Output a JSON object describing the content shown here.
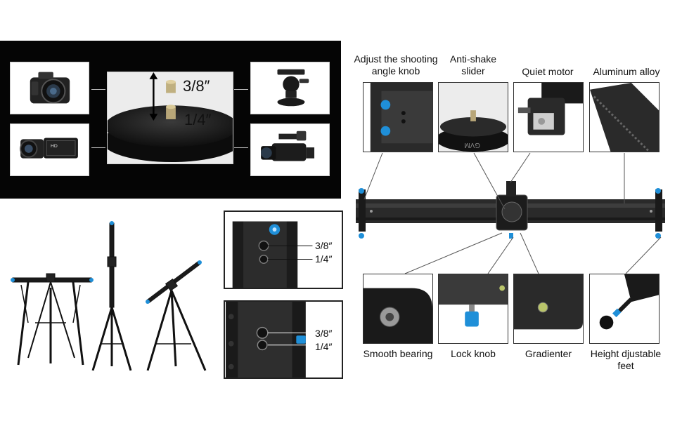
{
  "mount_panel": {
    "thread_large": "3/8″",
    "thread_small": "1/4″"
  },
  "side_closeups": {
    "top_labels": [
      "3/8″",
      "1/4″"
    ],
    "bottom_labels": [
      "3/8″",
      "1/4″"
    ]
  },
  "features": {
    "top": [
      {
        "label": "Adjust the shooting\nangle knob"
      },
      {
        "label": "Anti-shake\nslider"
      },
      {
        "label": "Quiet motor"
      },
      {
        "label": "Aluminum alloy"
      }
    ],
    "bottom": [
      {
        "label": "Smooth bearing"
      },
      {
        "label": "Lock knob"
      },
      {
        "label": "Gradienter"
      },
      {
        "label": "Height  djustable\nfeet"
      }
    ]
  },
  "colors": {
    "accent_blue": "#1f8fd8",
    "slider_dark": "#2a2a2a",
    "panel_black": "#050505"
  }
}
